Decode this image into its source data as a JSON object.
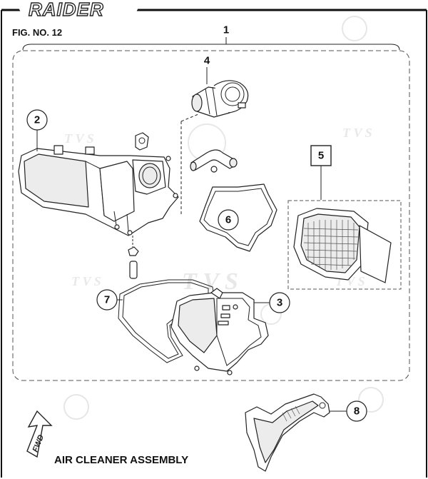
{
  "header": {
    "brand_logo_text": "RAIDER",
    "figure_number": "FIG. NO. 12"
  },
  "diagram": {
    "title": "AIR CLEANER ASSEMBLY",
    "forward_arrow_label": "FWD",
    "callouts": [
      {
        "number": "1"
      },
      {
        "number": "2"
      },
      {
        "number": "3"
      },
      {
        "number": "4"
      },
      {
        "number": "5"
      },
      {
        "number": "6"
      },
      {
        "number": "7"
      },
      {
        "number": "8"
      }
    ]
  }
}
